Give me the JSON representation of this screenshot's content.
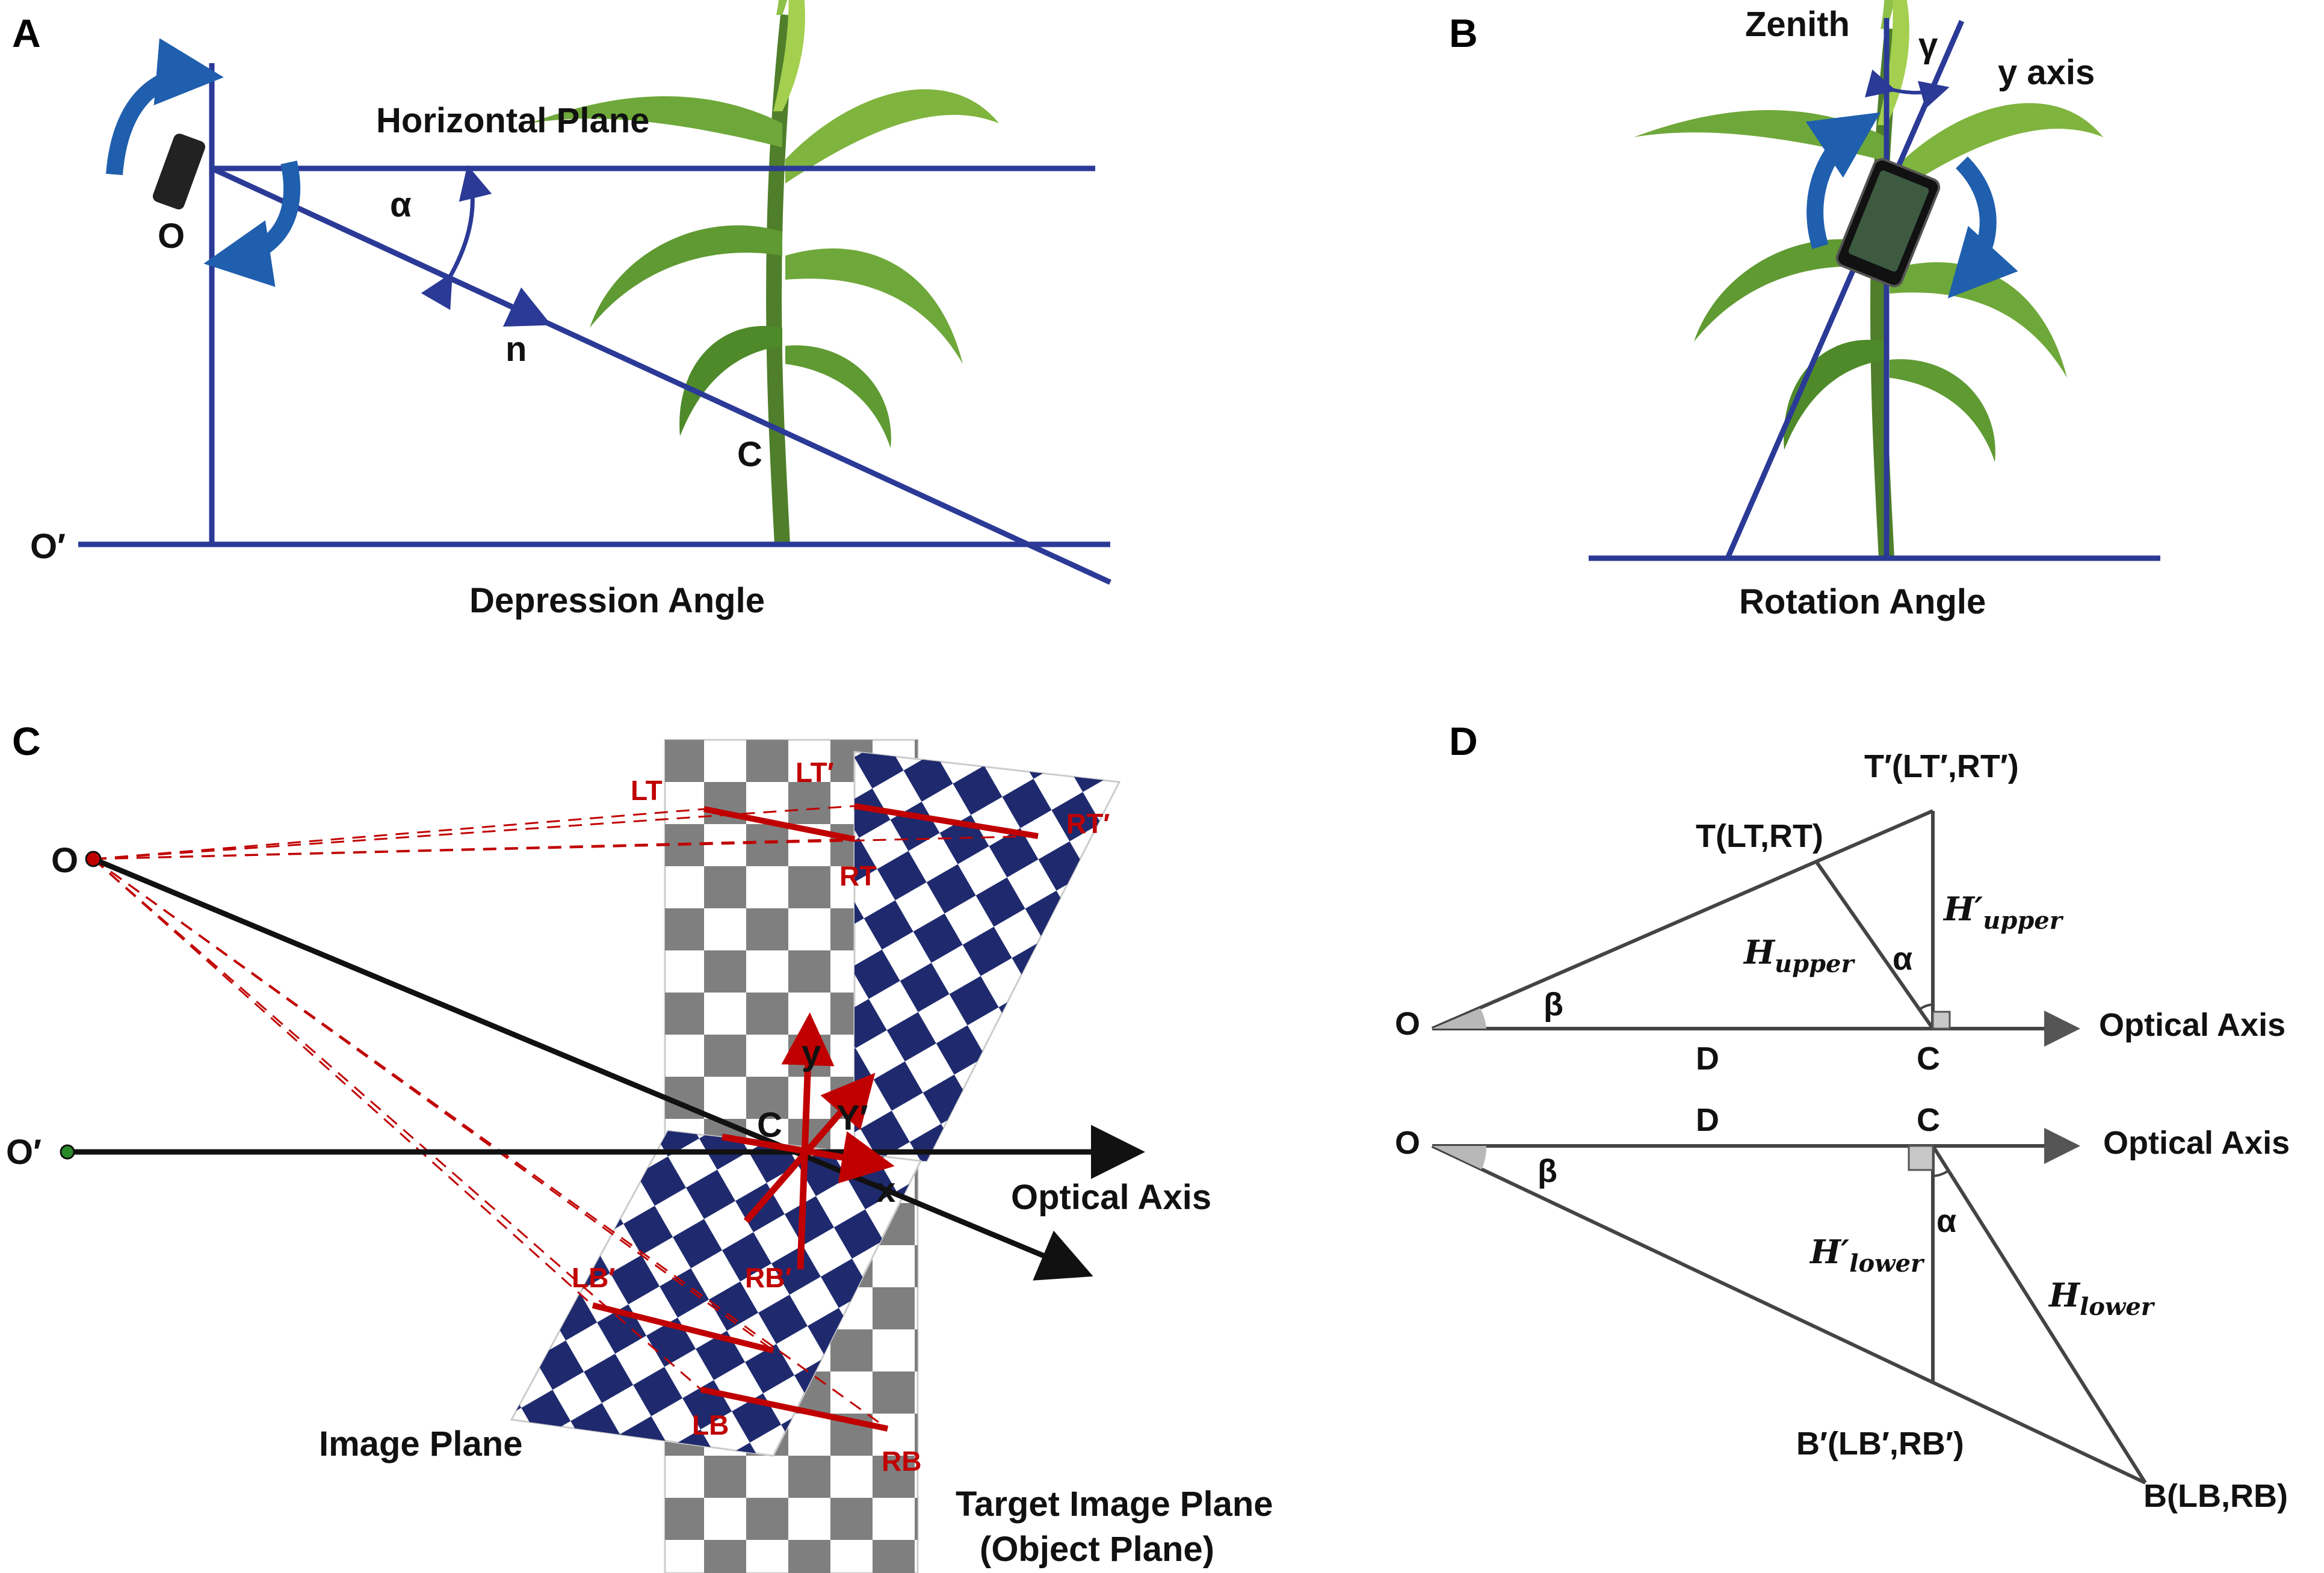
{
  "panels": {
    "A": {
      "letter": "A",
      "horizontal_plane": "Horizontal Plane",
      "alpha": "α",
      "origin": "O",
      "origin_ground": "O′",
      "vector": "n",
      "center": "C",
      "caption": "Depression Angle"
    },
    "B": {
      "letter": "B",
      "zenith": "Zenith",
      "gamma": "γ",
      "y_axis": "y axis",
      "caption": "Rotation Angle"
    },
    "C": {
      "letter": "C",
      "origin": "O",
      "origin_ground": "O′",
      "corners": {
        "lt": "LT",
        "lt_prime": "LT′",
        "rt": "RT",
        "rt_prime": "RT′",
        "lb": "LB",
        "lb_prime": "LB′",
        "rb": "RB",
        "rb_prime": "RB′"
      },
      "axis_y": "y",
      "axis_y_prime": "Y′",
      "axis_x": "x",
      "center": "C",
      "optical_axis": "Optical Axis",
      "image_plane": "Image Plane",
      "target_plane_line1": "Target Image Plane",
      "target_plane_line2": "(Object Plane)"
    },
    "D": {
      "letter": "D",
      "t_prime": "T′(LT′,RT′)",
      "t": "T(LT,RT)",
      "h_upper_prime_base": "H′",
      "h_upper_prime_sub": "upper",
      "h_upper_base": "H",
      "h_upper_sub": "upper",
      "alpha_top": "α",
      "origin_top": "O",
      "beta_top": "β",
      "d_top": "D",
      "c_top": "C",
      "optical_axis_top": "Optical Axis",
      "origin_bottom": "O",
      "d_bottom": "D",
      "c_bottom": "C",
      "optical_axis_bottom": "Optical Axis",
      "beta_bottom": "β",
      "alpha_bottom": "α",
      "h_lower_prime_base": "H′",
      "h_lower_prime_sub": "lower",
      "h_lower_base": "H",
      "h_lower_sub": "lower",
      "b_prime": "B′(LB′,RB′)",
      "b": "B(LB,RB)"
    }
  },
  "colors": {
    "navy": "#2b3a96",
    "arrow_blue": "#1f5fae",
    "red": "#c00000",
    "checker_navy": "#1f2a6e",
    "checker_gray": "#7f7f7f",
    "leaf_green": "#5f9a32"
  }
}
